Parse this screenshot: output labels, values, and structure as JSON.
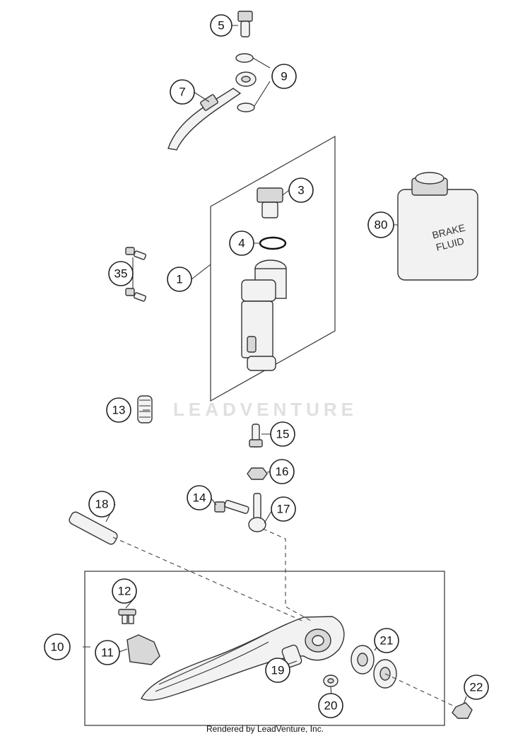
{
  "watermark": "LEADVENTURE",
  "footer": "Rendered by LeadVenture, Inc.",
  "fluid_label": {
    "line1": "BRAKE",
    "line2": "FLUID"
  },
  "callouts": {
    "c1": "1",
    "c3": "3",
    "c4": "4",
    "c5": "5",
    "c7": "7",
    "c9": "9",
    "c10": "10",
    "c11": "11",
    "c12": "12",
    "c13": "13",
    "c14": "14",
    "c15": "15",
    "c16": "16",
    "c17": "17",
    "c18": "18",
    "c19": "19",
    "c20": "20",
    "c21": "21",
    "c22": "22",
    "c35": "35",
    "c80": "80"
  }
}
